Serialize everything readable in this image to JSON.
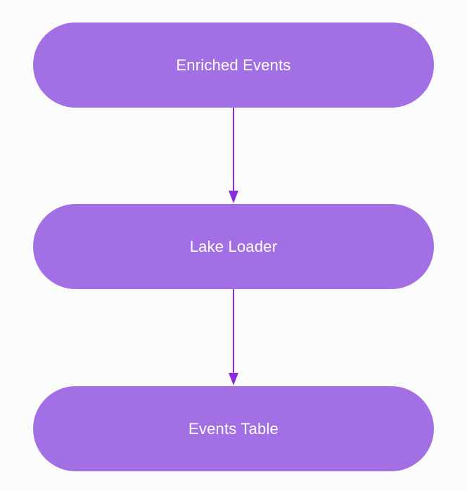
{
  "diagram": {
    "nodes": [
      {
        "id": "enriched-events",
        "label": "Enriched Events"
      },
      {
        "id": "lake-loader",
        "label": "Lake Loader"
      },
      {
        "id": "events-table",
        "label": "Events Table"
      }
    ],
    "edges": [
      {
        "from": "enriched-events",
        "to": "lake-loader"
      },
      {
        "from": "lake-loader",
        "to": "events-table"
      }
    ]
  },
  "colors": {
    "node_fill": "#a270e4",
    "node_text": "#ffffff",
    "edge": "#8a2be2",
    "background": "#fcfbfb"
  }
}
